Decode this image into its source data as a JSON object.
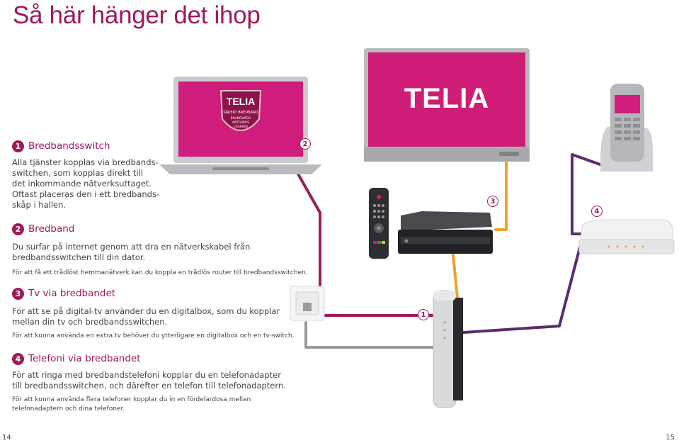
{
  "title": "Så här hänger det ihop",
  "sections": [
    {
      "number": "1",
      "heading": "Bredbandsswitch",
      "body": [
        "Alla tjänster kopplas via bredbands-",
        "switchen, som kopplas direkt till",
        "det inkommande nätverksuttaget.",
        "Oftast placeras den i ett bredbands-",
        "skåp i hallen."
      ]
    },
    {
      "number": "2",
      "heading": "Bredband",
      "body": [
        "Du surfar på internet genom att dra en nätverkskabel från",
        "bredbandsswitchen till din dator."
      ],
      "note": [
        "För att få ett trådlöst hemmanätverk kan du koppla en trådlös router till bredbandsswitchen."
      ]
    },
    {
      "number": "3",
      "heading": "Tv via bredbandet",
      "body": [
        "För att se på digital-tv använder du en digitalbox, som du kopplar",
        "mellan din tv och bredbandsswitchen."
      ],
      "note": [
        "För att kunna använda en extra tv behöver du ytterligare en digitalbox och en tv-switch."
      ]
    },
    {
      "number": "4",
      "heading": "Telefoni via bredbandet",
      "body": [
        "För att ringa med bredbandstelefoni kopplar du en telefonadapter",
        "till bredbandsswitchen, och därefter en telefon till telefonadaptern."
      ],
      "note": [
        "För att kunna använda flera telefoner kopplar du in en fördelardosa mellan",
        "telefonadaptern och dina telefoner."
      ]
    }
  ],
  "callouts": [
    "2",
    "3",
    "4",
    "1"
  ],
  "laptop_screen": {
    "brand": "TELIA",
    "badge": "SÄKERT BREDBAND",
    "lines": [
      "BRANDVÄGG",
      "ANTIVIRUS",
      "LAGRING"
    ]
  },
  "tv_brand": "TELIA",
  "page_numbers": {
    "left": "14",
    "right": "15"
  },
  "colors": {
    "accent": "#a0195a",
    "cable_internet": "#a0195a",
    "cable_tv": "#f0a030",
    "cable_phone": "#5a2d6e",
    "cable_grey": "#9a9a9a"
  }
}
